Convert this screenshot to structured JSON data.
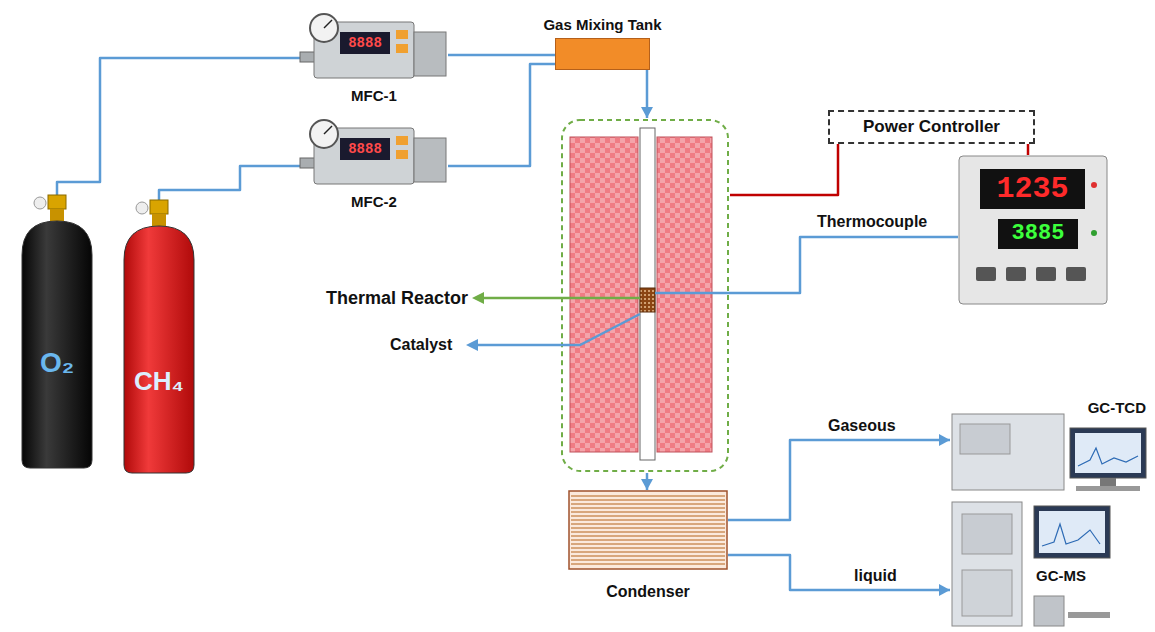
{
  "diagram": {
    "nodes": [
      {
        "text": [
          "O₂"
        ]
      },
      {
        "text": [
          "CH₄"
        ]
      },
      {
        "text": [
          "8888",
          "MFC-1"
        ]
      },
      {
        "text": [
          "8888",
          "MFC-2"
        ]
      },
      {
        "text": [
          "Gas Mixing Tank"
        ]
      },
      {
        "text": [
          "Power Controller"
        ]
      },
      {
        "text": [
          "1235",
          "3885"
        ]
      },
      {
        "text": [
          "Thermal Reactor"
        ]
      },
      {
        "text": [
          "Condenser"
        ]
      },
      {
        "text": [
          "GC-TCD"
        ]
      },
      {
        "text": [
          "GC-MS"
        ]
      }
    ],
    "edges": [
      {
        "from": 0,
        "to": 2,
        "arrow": "none"
      },
      {
        "from": 1,
        "to": 3,
        "arrow": "none"
      },
      {
        "from": 2,
        "to": 4,
        "arrow": "none"
      },
      {
        "from": 3,
        "to": 4,
        "arrow": "none"
      },
      {
        "from": 4,
        "to": 7,
        "arrow": "to"
      },
      {
        "from": 7,
        "to": 5,
        "arrow": "none"
      },
      {
        "from": 5,
        "to": 6,
        "arrow": "none"
      },
      {
        "from": 6,
        "to": 7,
        "label": "Thermocouple",
        "arrow": "none"
      },
      {
        "from": 7,
        "to": 8,
        "arrow": "to"
      },
      {
        "from": 8,
        "to": 9,
        "label": "Gaseous",
        "arrow": "to"
      },
      {
        "from": 8,
        "to": 10,
        "label": "liquid",
        "arrow": "to"
      }
    ],
    "labels": [
      "Catalyst"
    ]
  }
}
